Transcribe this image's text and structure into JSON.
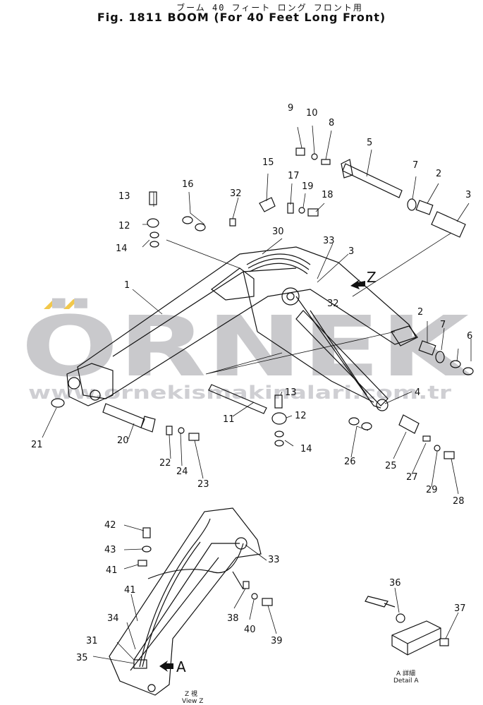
{
  "title": {
    "japanese": "ブーム 40 フィート ロング フロント用",
    "english": "Fig. 1811  BOOM (For 40 Feet Long Front)"
  },
  "watermark": {
    "brand": "ÖRNEK",
    "url": "www.ornekismakinalari.com.tr",
    "color": "#c9c9cc",
    "accent_color": "#f2c84b"
  },
  "callouts": {
    "p1": "1",
    "p2a": "2",
    "p2b": "2",
    "p3a": "3",
    "p3b": "3",
    "p4": "4",
    "p5": "5",
    "p6": "6",
    "p7a": "7",
    "p7b": "7",
    "p8": "8",
    "p9": "9",
    "p10": "10",
    "p11": "11",
    "p12a": "12",
    "p12b": "12",
    "p13a": "13",
    "p13b": "13",
    "p14a": "14",
    "p14b": "14",
    "p15": "15",
    "p16": "16",
    "p17": "17",
    "p18": "18",
    "p19": "19",
    "p20": "20",
    "p21": "21",
    "p22": "22",
    "p23": "23",
    "p24": "24",
    "p25": "25",
    "p26": "26",
    "p27": "27",
    "p28": "28",
    "p29": "29",
    "p30": "30",
    "p31": "31",
    "p32a": "32",
    "p32b": "32",
    "p33a": "33",
    "p33b": "33",
    "p34": "34",
    "p35": "35",
    "p36": "36",
    "p37": "37",
    "p38": "38",
    "p39": "39",
    "p40": "40",
    "p41a": "41",
    "p41b": "41",
    "p42": "42",
    "p43": "43"
  },
  "view_markers": {
    "z": "Z",
    "a": "A"
  },
  "captions": {
    "view_z_jp": "Z 視",
    "view_z_en": "View Z",
    "detail_a_jp": "A 詳細",
    "detail_a_en": "Detail A"
  }
}
